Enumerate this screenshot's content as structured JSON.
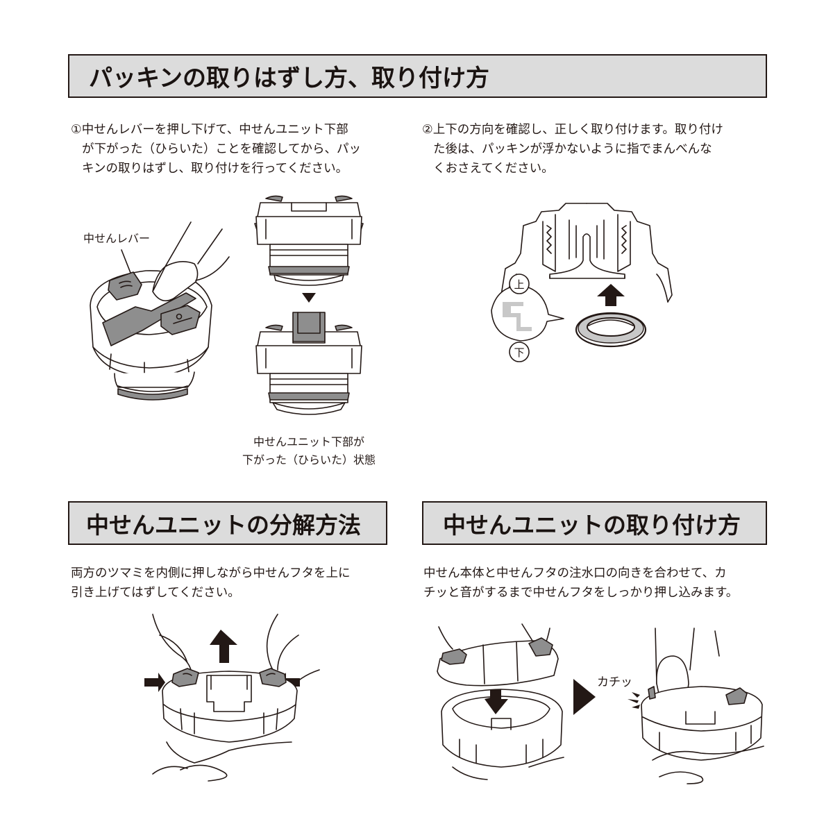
{
  "sections": {
    "packing": {
      "title": "パッキンの取りはずし方、取り付け方",
      "step1": {
        "lines": [
          "①中せんレバーを押し下げて、中せんユニット下部",
          "が下がった（ひらいた）ことを確認してから、パッ",
          "キンの取りはずし、取り付けを行ってください。"
        ],
        "callout_lever": "中せんレバー",
        "caption_lines": [
          "中せんユニット下部が",
          "下がった（ひらいた）状態"
        ]
      },
      "step2": {
        "lines": [
          "②上下の方向を確認し、正しく取り付けます。取り付け",
          "た後は、パッキンが浮かないように指でまんべんな",
          "くおさえてください。"
        ],
        "badge_top": "上",
        "badge_bottom": "下"
      }
    },
    "disassembly": {
      "title": "中せんユニットの分解方法",
      "lines": [
        "両方のツマミを内側に押しながら中せんフタを上に",
        "引き上げてはずしてください。"
      ]
    },
    "assembly": {
      "title": "中せんユニットの取り付け方",
      "lines": [
        "中せん本体と中せんフタの注水口の向きを合わせて、カ",
        "チッと音がするまで中せんフタをしっかり押し込みます。"
      ],
      "click_sound": "カチッ"
    }
  },
  "colors": {
    "header_fill": "#dcdcdc",
    "header_border": "#231815",
    "text": "#231815",
    "part_gray": "#8e8e8e",
    "packing_symbol": "#c8c8c8"
  }
}
